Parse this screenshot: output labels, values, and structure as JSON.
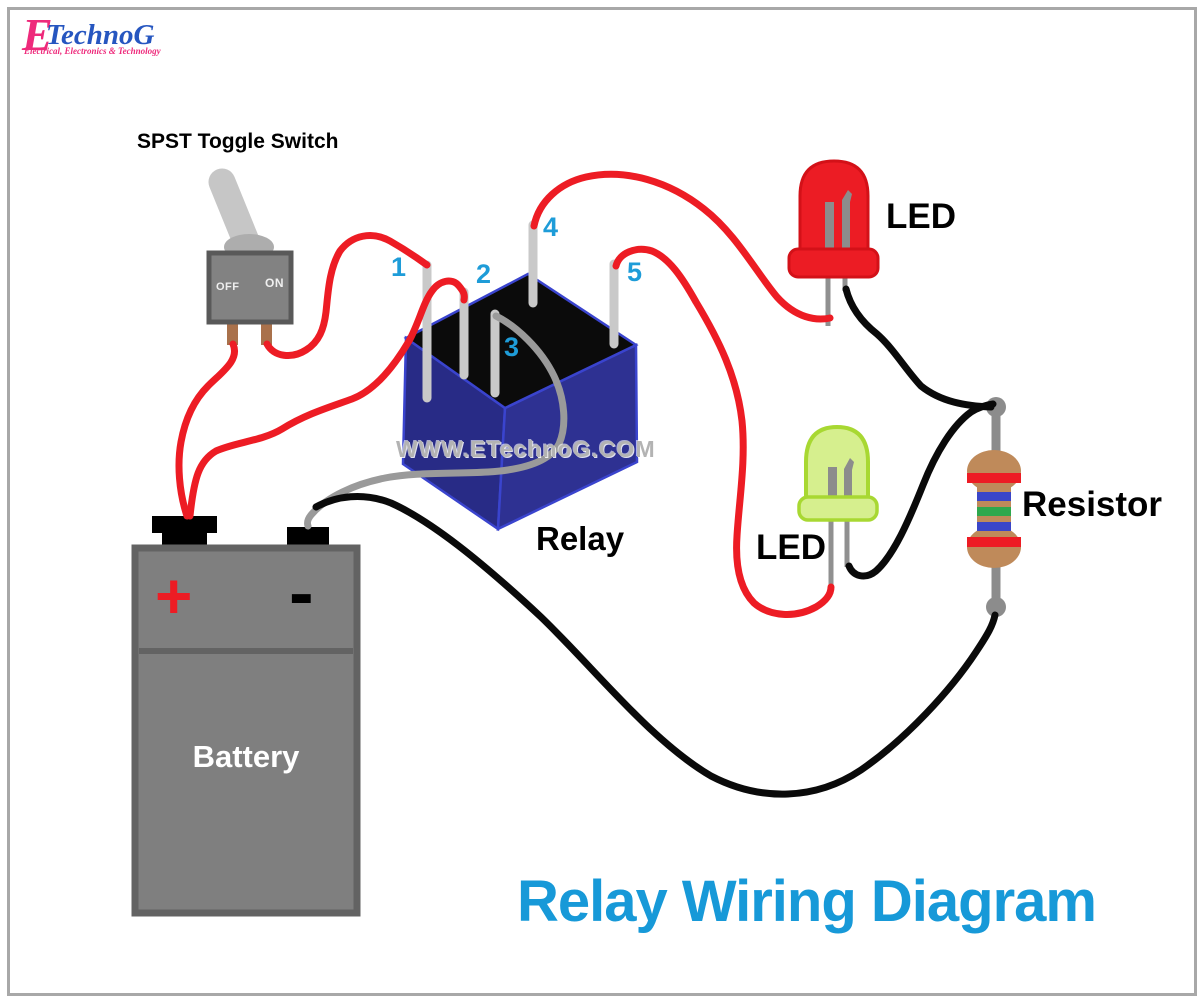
{
  "logo": {
    "initial": "E",
    "name": "TechnoG",
    "tagline": "Electrical, Electronics & Technology"
  },
  "title": "Relay Wiring Diagram",
  "watermark": "WWW.ETechnoG.COM",
  "components": {
    "switch": {
      "label": "SPST Toggle Switch",
      "off": "OFF",
      "on": "ON"
    },
    "relay": {
      "label": "Relay",
      "pins": [
        "1",
        "2",
        "3",
        "4",
        "5"
      ]
    },
    "battery": {
      "label": "Battery",
      "plus": "+",
      "minus": "-"
    },
    "led_red": {
      "label": "LED"
    },
    "led_green": {
      "label": "LED"
    },
    "resistor": {
      "label": "Resistor"
    }
  },
  "colors": {
    "wire_red": "#ed1c24",
    "wire_black": "#0a0a0a",
    "wire_gray": "#9a9a9a",
    "relay_blue_left": "#282b86",
    "relay_blue_right": "#2e3192",
    "relay_edge_blue": "#3a44ce",
    "relay_top_black": "#0b0b0b",
    "pin_gray": "#c9c9c9",
    "title_blue": "#1799d8",
    "pin_label_blue": "#1e9cd8",
    "battery_gray": "#7f7f7f",
    "battery_border": "#636363",
    "switch_gray": "#828282",
    "switch_lever": "#c6c6c6",
    "switch_terminal_brown": "#a9714b",
    "led_red_body": "#ec1c24",
    "led_green_body": "#d6ef8e",
    "led_green_edge": "#a8d832",
    "resistor_body": "#bf8a5a",
    "band_red": "#ed1c24",
    "band_blue": "#3a45c8",
    "band_green": "#2fa84d",
    "logo_pink": "#ee2a7b",
    "logo_blue": "#2656c0",
    "watermark_gray": "#b3b3b3",
    "frame_gray": "#a8a8a8"
  }
}
